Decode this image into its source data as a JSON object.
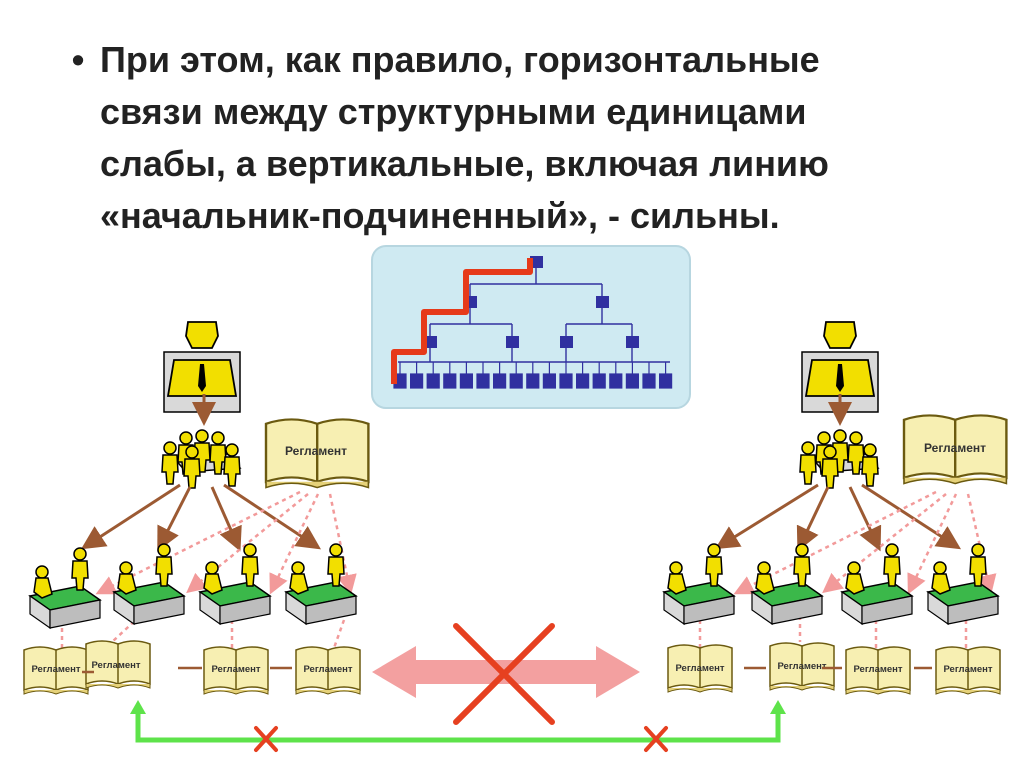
{
  "slide": {
    "bullet": "•",
    "lines": [
      "При этом, как правило, горизонтальные",
      "связи между структурными единицами",
      "слабы, а вертикальные, включая линию",
      "«начальник-подчиненный», - сильны."
    ]
  },
  "diagram": {
    "regulation_label": "Регламент",
    "colors": {
      "person": "#f2df00",
      "manager_panel": "#d9d9d9",
      "book": "#f7efb2",
      "desk": "#3bb84a",
      "org_box": "#3030a0",
      "org_bg": "#cfeaf2",
      "highlight_path": "#e63a1a",
      "arrow_brown": "#9c5a33",
      "arrow_pink": "#f29a9a",
      "green_link": "#5ee34a",
      "cross": "#e64020"
    }
  }
}
